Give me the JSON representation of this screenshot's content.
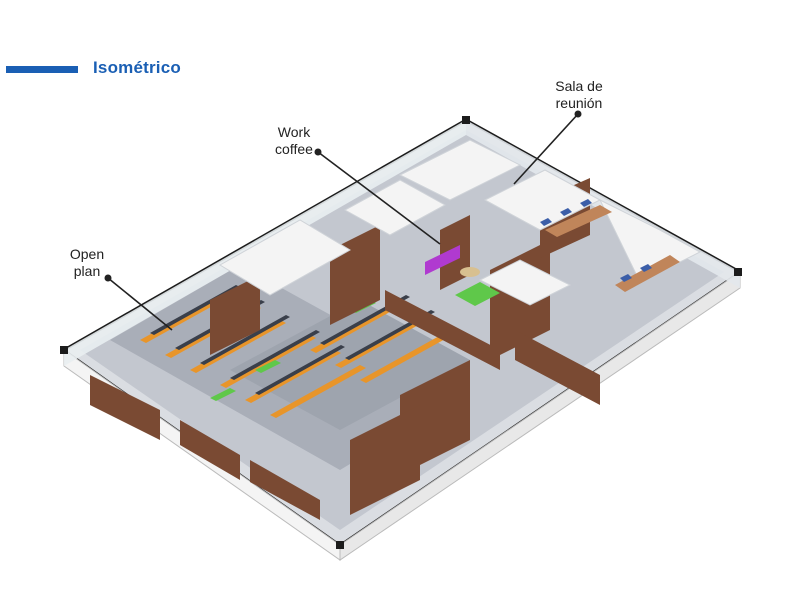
{
  "header": {
    "title": "Isométrico",
    "accent_color": "#1a5fb4"
  },
  "callouts": {
    "open_plan": {
      "line1": "Open",
      "line2": "plan"
    },
    "work_coffee": {
      "line1": "Work",
      "line2": "coffee"
    },
    "sala_reunion": {
      "line1": "Sala de",
      "line2": "reunión"
    }
  },
  "colors": {
    "wood": "#7a4a33",
    "wall": "#f2f2f2",
    "floor": "#c9ccd3",
    "accent_purple": "#b03ad0",
    "accent_green": "#5fc84a",
    "desk_orange": "#e8952a",
    "window_frame": "#1c1c1c"
  }
}
